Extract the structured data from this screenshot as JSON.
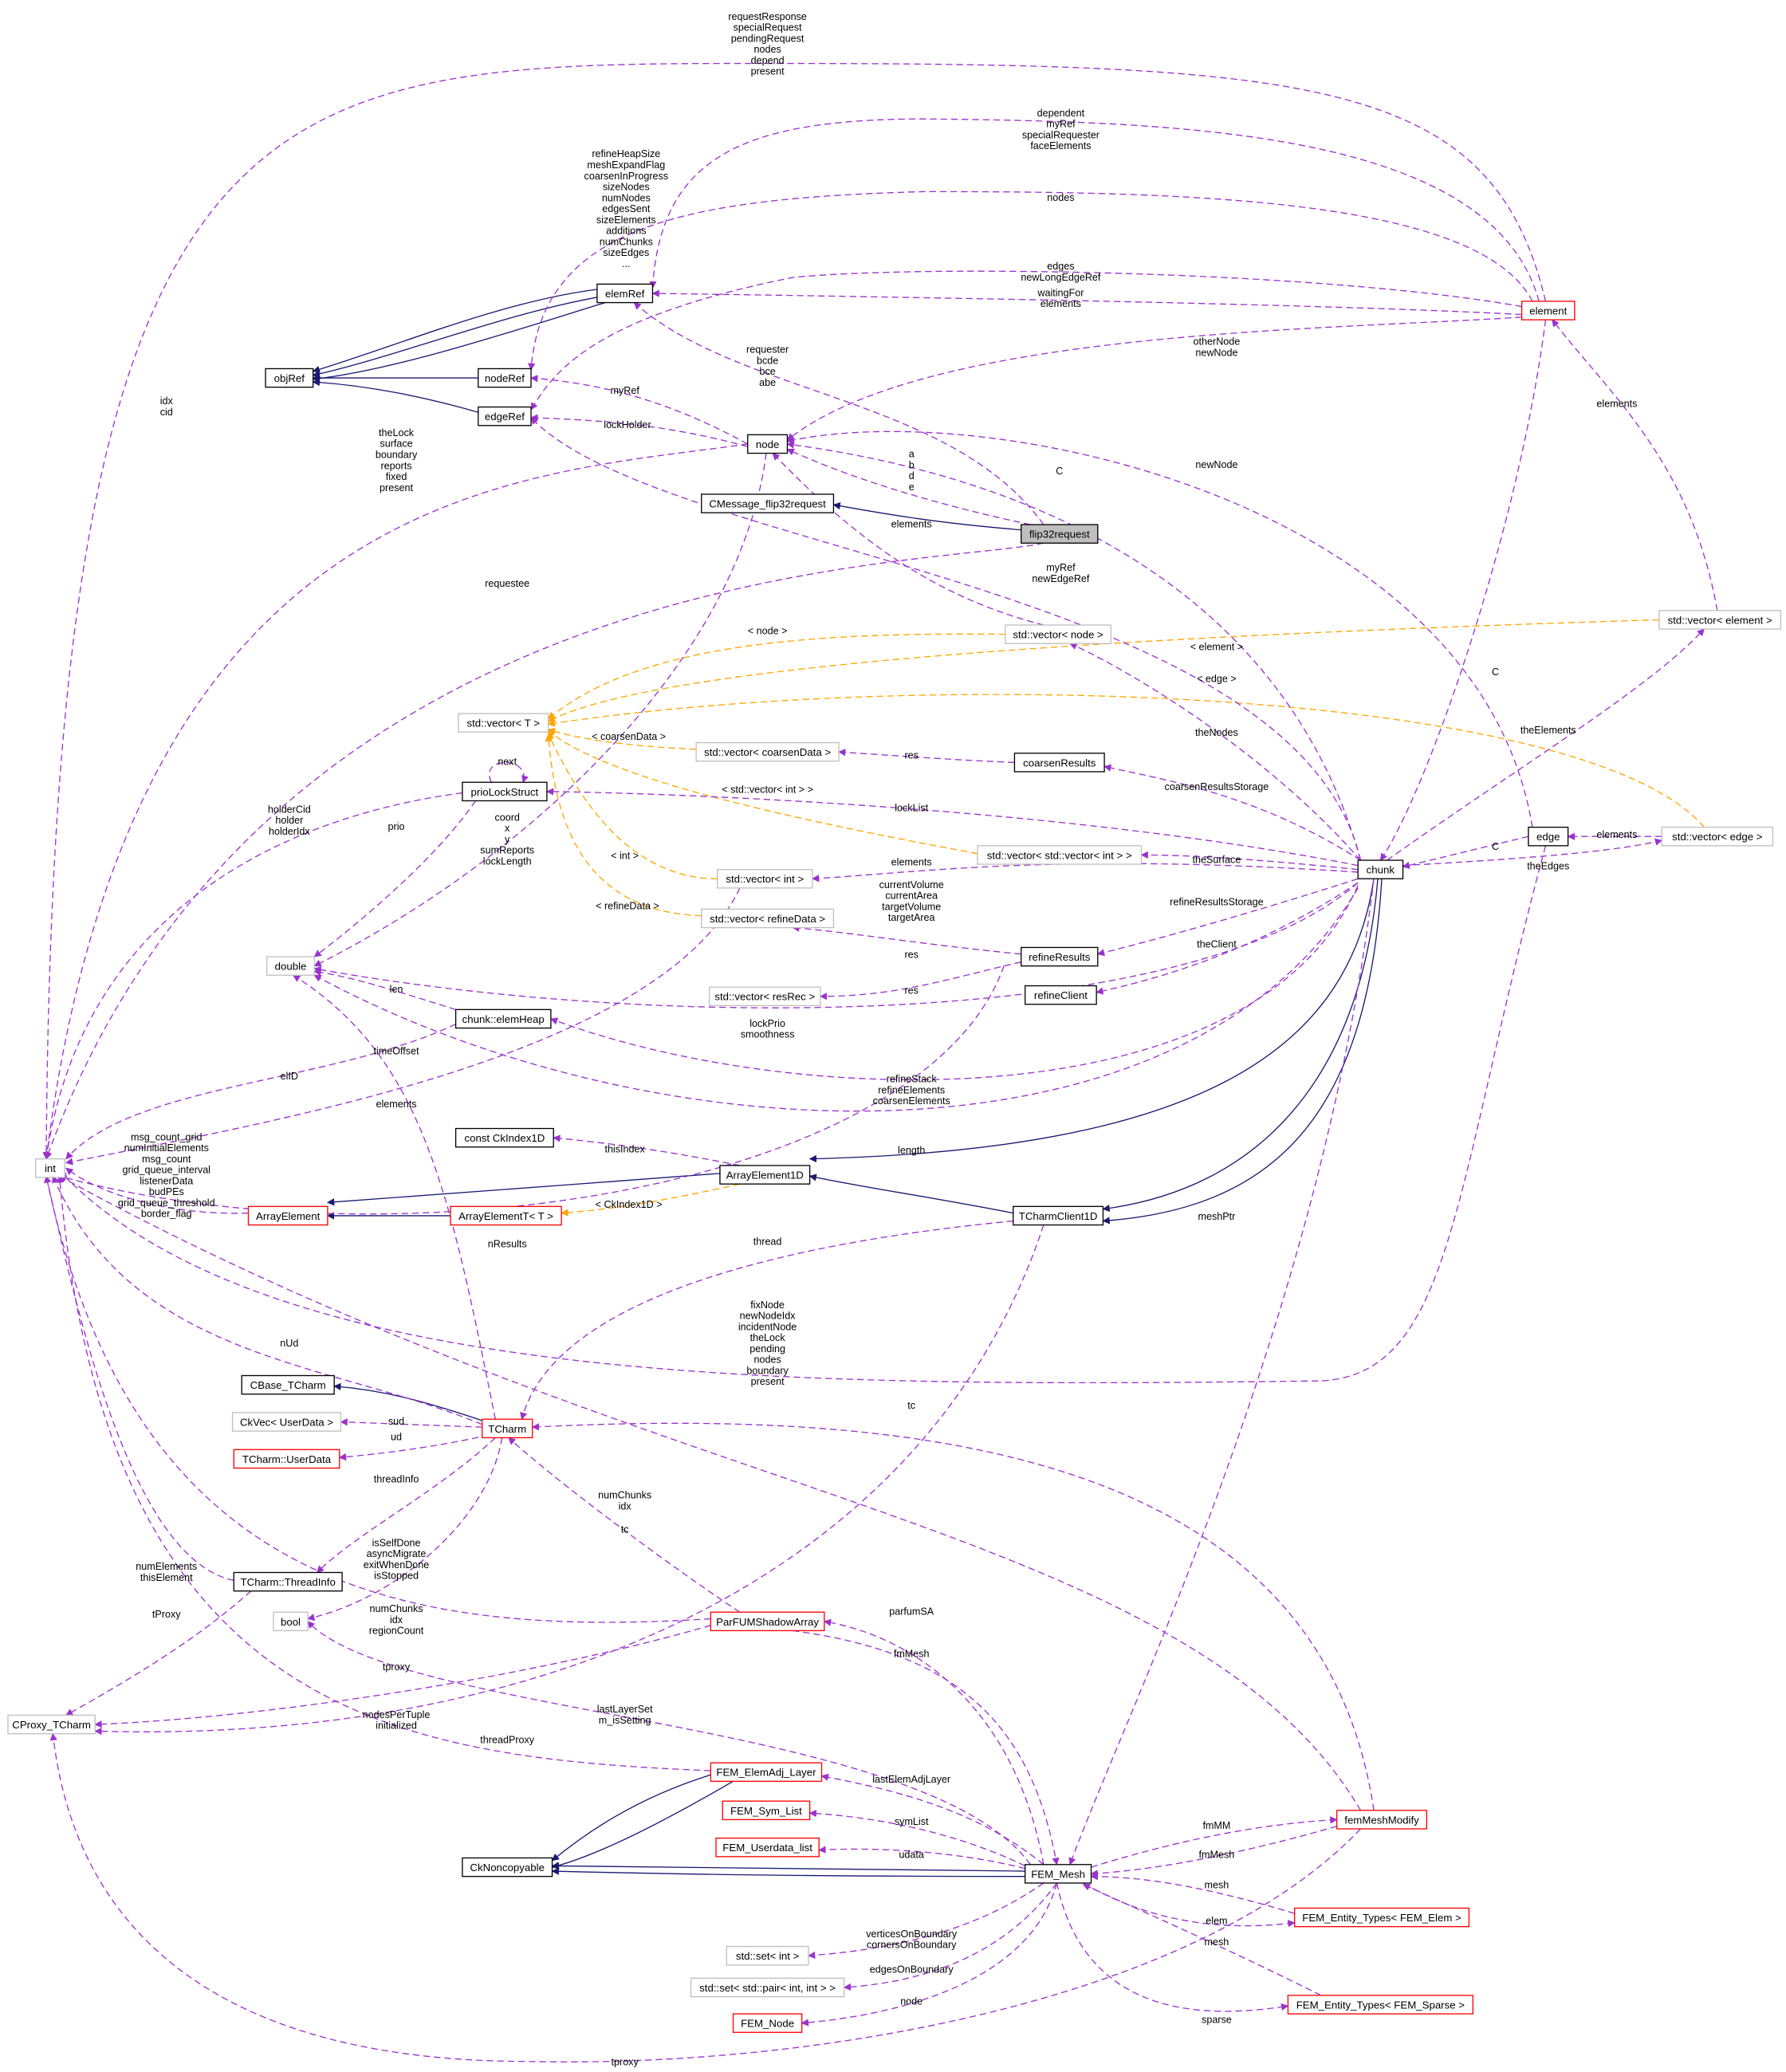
{
  "title": "Collaboration diagram for flip32request",
  "colors": {
    "usage_edge": "#9a32cd",
    "inheritance_edge": "#191970",
    "template_edge": "#ffa500",
    "highlight_fill": "#bfbfbf",
    "undocumented_border": "#ff0000",
    "external_border": "#bfbfbf"
  },
  "nodes": [
    {
      "label": "elemRef",
      "kind": "documented"
    },
    {
      "label": "objRef",
      "kind": "documented"
    },
    {
      "label": "nodeRef",
      "kind": "documented"
    },
    {
      "label": "edgeRef",
      "kind": "documented"
    },
    {
      "label": "node",
      "kind": "documented"
    },
    {
      "label": "CMessage_flip32request",
      "kind": "documented"
    },
    {
      "label": "flip32request",
      "kind": "highlighted"
    },
    {
      "label": "element",
      "kind": "undocumented"
    },
    {
      "label": "std::vector< node >",
      "kind": "external"
    },
    {
      "label": "std::vector< element >",
      "kind": "external"
    },
    {
      "label": "std::vector< T >",
      "kind": "external"
    },
    {
      "label": "std::vector< coarsenData >",
      "kind": "external"
    },
    {
      "label": "coarsenResults",
      "kind": "documented"
    },
    {
      "label": "prioLockStruct",
      "kind": "documented"
    },
    {
      "label": "std::vector< int >",
      "kind": "external"
    },
    {
      "label": "std::vector< std::vector< int > >",
      "kind": "external"
    },
    {
      "label": "edge",
      "kind": "documented"
    },
    {
      "label": "std::vector< edge >",
      "kind": "external"
    },
    {
      "label": "chunk",
      "kind": "documented"
    },
    {
      "label": "std::vector< refineData >",
      "kind": "external"
    },
    {
      "label": "double",
      "kind": "external"
    },
    {
      "label": "refineResults",
      "kind": "documented"
    },
    {
      "label": "refineClient",
      "kind": "documented"
    },
    {
      "label": "std::vector< resRec >",
      "kind": "external"
    },
    {
      "label": "chunk::elemHeap",
      "kind": "documented"
    },
    {
      "label": "const CkIndex1D",
      "kind": "documented"
    },
    {
      "label": "ArrayElement1D",
      "kind": "documented"
    },
    {
      "label": "int",
      "kind": "external"
    },
    {
      "label": "ArrayElement",
      "kind": "undocumented"
    },
    {
      "label": "ArrayElementT< T >",
      "kind": "undocumented"
    },
    {
      "label": "TCharmClient1D",
      "kind": "documented"
    },
    {
      "label": "CBase_TCharm",
      "kind": "documented"
    },
    {
      "label": "CkVec< UserData >",
      "kind": "external"
    },
    {
      "label": "TCharm",
      "kind": "undocumented"
    },
    {
      "label": "TCharm::UserData",
      "kind": "undocumented"
    },
    {
      "label": "TCharm::ThreadInfo",
      "kind": "documented"
    },
    {
      "label": "bool",
      "kind": "external"
    },
    {
      "label": "ParFUMShadowArray",
      "kind": "undocumented"
    },
    {
      "label": "CProxy_TCharm",
      "kind": "external"
    },
    {
      "label": "FEM_ElemAdj_Layer",
      "kind": "undocumented"
    },
    {
      "label": "FEM_Sym_List",
      "kind": "undocumented"
    },
    {
      "label": "FEM_Userdata_list",
      "kind": "undocumented"
    },
    {
      "label": "CkNoncopyable",
      "kind": "documented"
    },
    {
      "label": "FEM_Mesh",
      "kind": "documented"
    },
    {
      "label": "femMeshModify",
      "kind": "undocumented"
    },
    {
      "label": "FEM_Entity_Types< FEM_Elem >",
      "kind": "undocumented"
    },
    {
      "label": "std::set< int >",
      "kind": "external"
    },
    {
      "label": "std::set< std::pair< int, int > >",
      "kind": "external"
    },
    {
      "label": "FEM_Node",
      "kind": "undocumented"
    },
    {
      "label": "FEM_Entity_Types< FEM_Sparse >",
      "kind": "undocumented"
    }
  ],
  "edge_labels": [
    "requestResponse\nspecialRequest\npendingRequest\nnodes\ndepend\npresent",
    "dependent\nmyRef\nspecialRequester\nfaceElements",
    "refineHeapSize\nmeshExpandFlag\ncoarsenInProgress\nsizeNodes\nnumNodes\nedgesSent\nsizeElements\nadditions\nnumChunks\nsizeEdges\n...",
    "nodes",
    "edges\nnewLongEdgeRef",
    "waitingFor\nelements",
    "requester\nbcde\nbce\nabe",
    "myRef",
    "lockHolder",
    "otherNode\nnewNode",
    "elements",
    "idx\ncid",
    "theLock\nsurface\nboundary\nreports\nfixed\npresent",
    "a\nb\nd\ne",
    "C",
    "newNode",
    "elements",
    "myRef\nnewEdgeRef",
    "requestee",
    "< node >",
    "< element >",
    "< edge >",
    "C",
    "theElements",
    "theNodes",
    "< coarsenData >",
    "res",
    "next",
    "coarsenResultsStorage",
    "< std::vector< int > >",
    "lockList",
    "holderCid\nholder\nholderIdx",
    "prio",
    "coord\nx\ny\nsumReports\nlockLength",
    "C",
    "elements",
    "theSurface",
    "theEdges",
    "< int >",
    "elements",
    "currentVolume\ncurrentArea\ntargetVolume\ntargetArea",
    "< refineData >",
    "refineResultsStorage",
    "theClient",
    "res",
    "len",
    "res",
    "lockPrio\nsmoothness",
    "timeOffset",
    "elID",
    "refineStack\nrefineElements\ncoarsenElements",
    "elements",
    "msg_count_grid\nnumInitialElements\nmsg_count\ngrid_queue_interval\nlistenerData\nbudPEs\ngrid_queue_threshold\nborder_flag",
    "thisIndex",
    "length",
    "< CkIndex1D >",
    "meshPtr",
    "nResults",
    "thread",
    "fixNode\nnewNodeIdx\nincidentNode\ntheLock\npending\nnodes\nboundary\npresent",
    "nUd",
    "tc",
    "sud",
    "ud",
    "threadInfo",
    "numChunks\nidx",
    "tc",
    "isSelfDone\nasyncMigrate\nexitWhenDone\nisStopped",
    "numElements\nthisElement",
    "tProxy",
    "numChunks\nidx\nregionCount",
    "parfumSA",
    "fmMesh",
    "tproxy",
    "lastLayerSet\nm_isSetting",
    "nodesPerTuple\ninitialized",
    "threadProxy",
    "lastElemAdjLayer",
    "fmMM",
    "symList",
    "fmMesh",
    "udata",
    "mesh",
    "elem",
    "mesh",
    "verticesOnBoundary\ncornersOnBoundary",
    "edgesOnBoundary",
    "node",
    "sparse",
    "tproxy"
  ]
}
